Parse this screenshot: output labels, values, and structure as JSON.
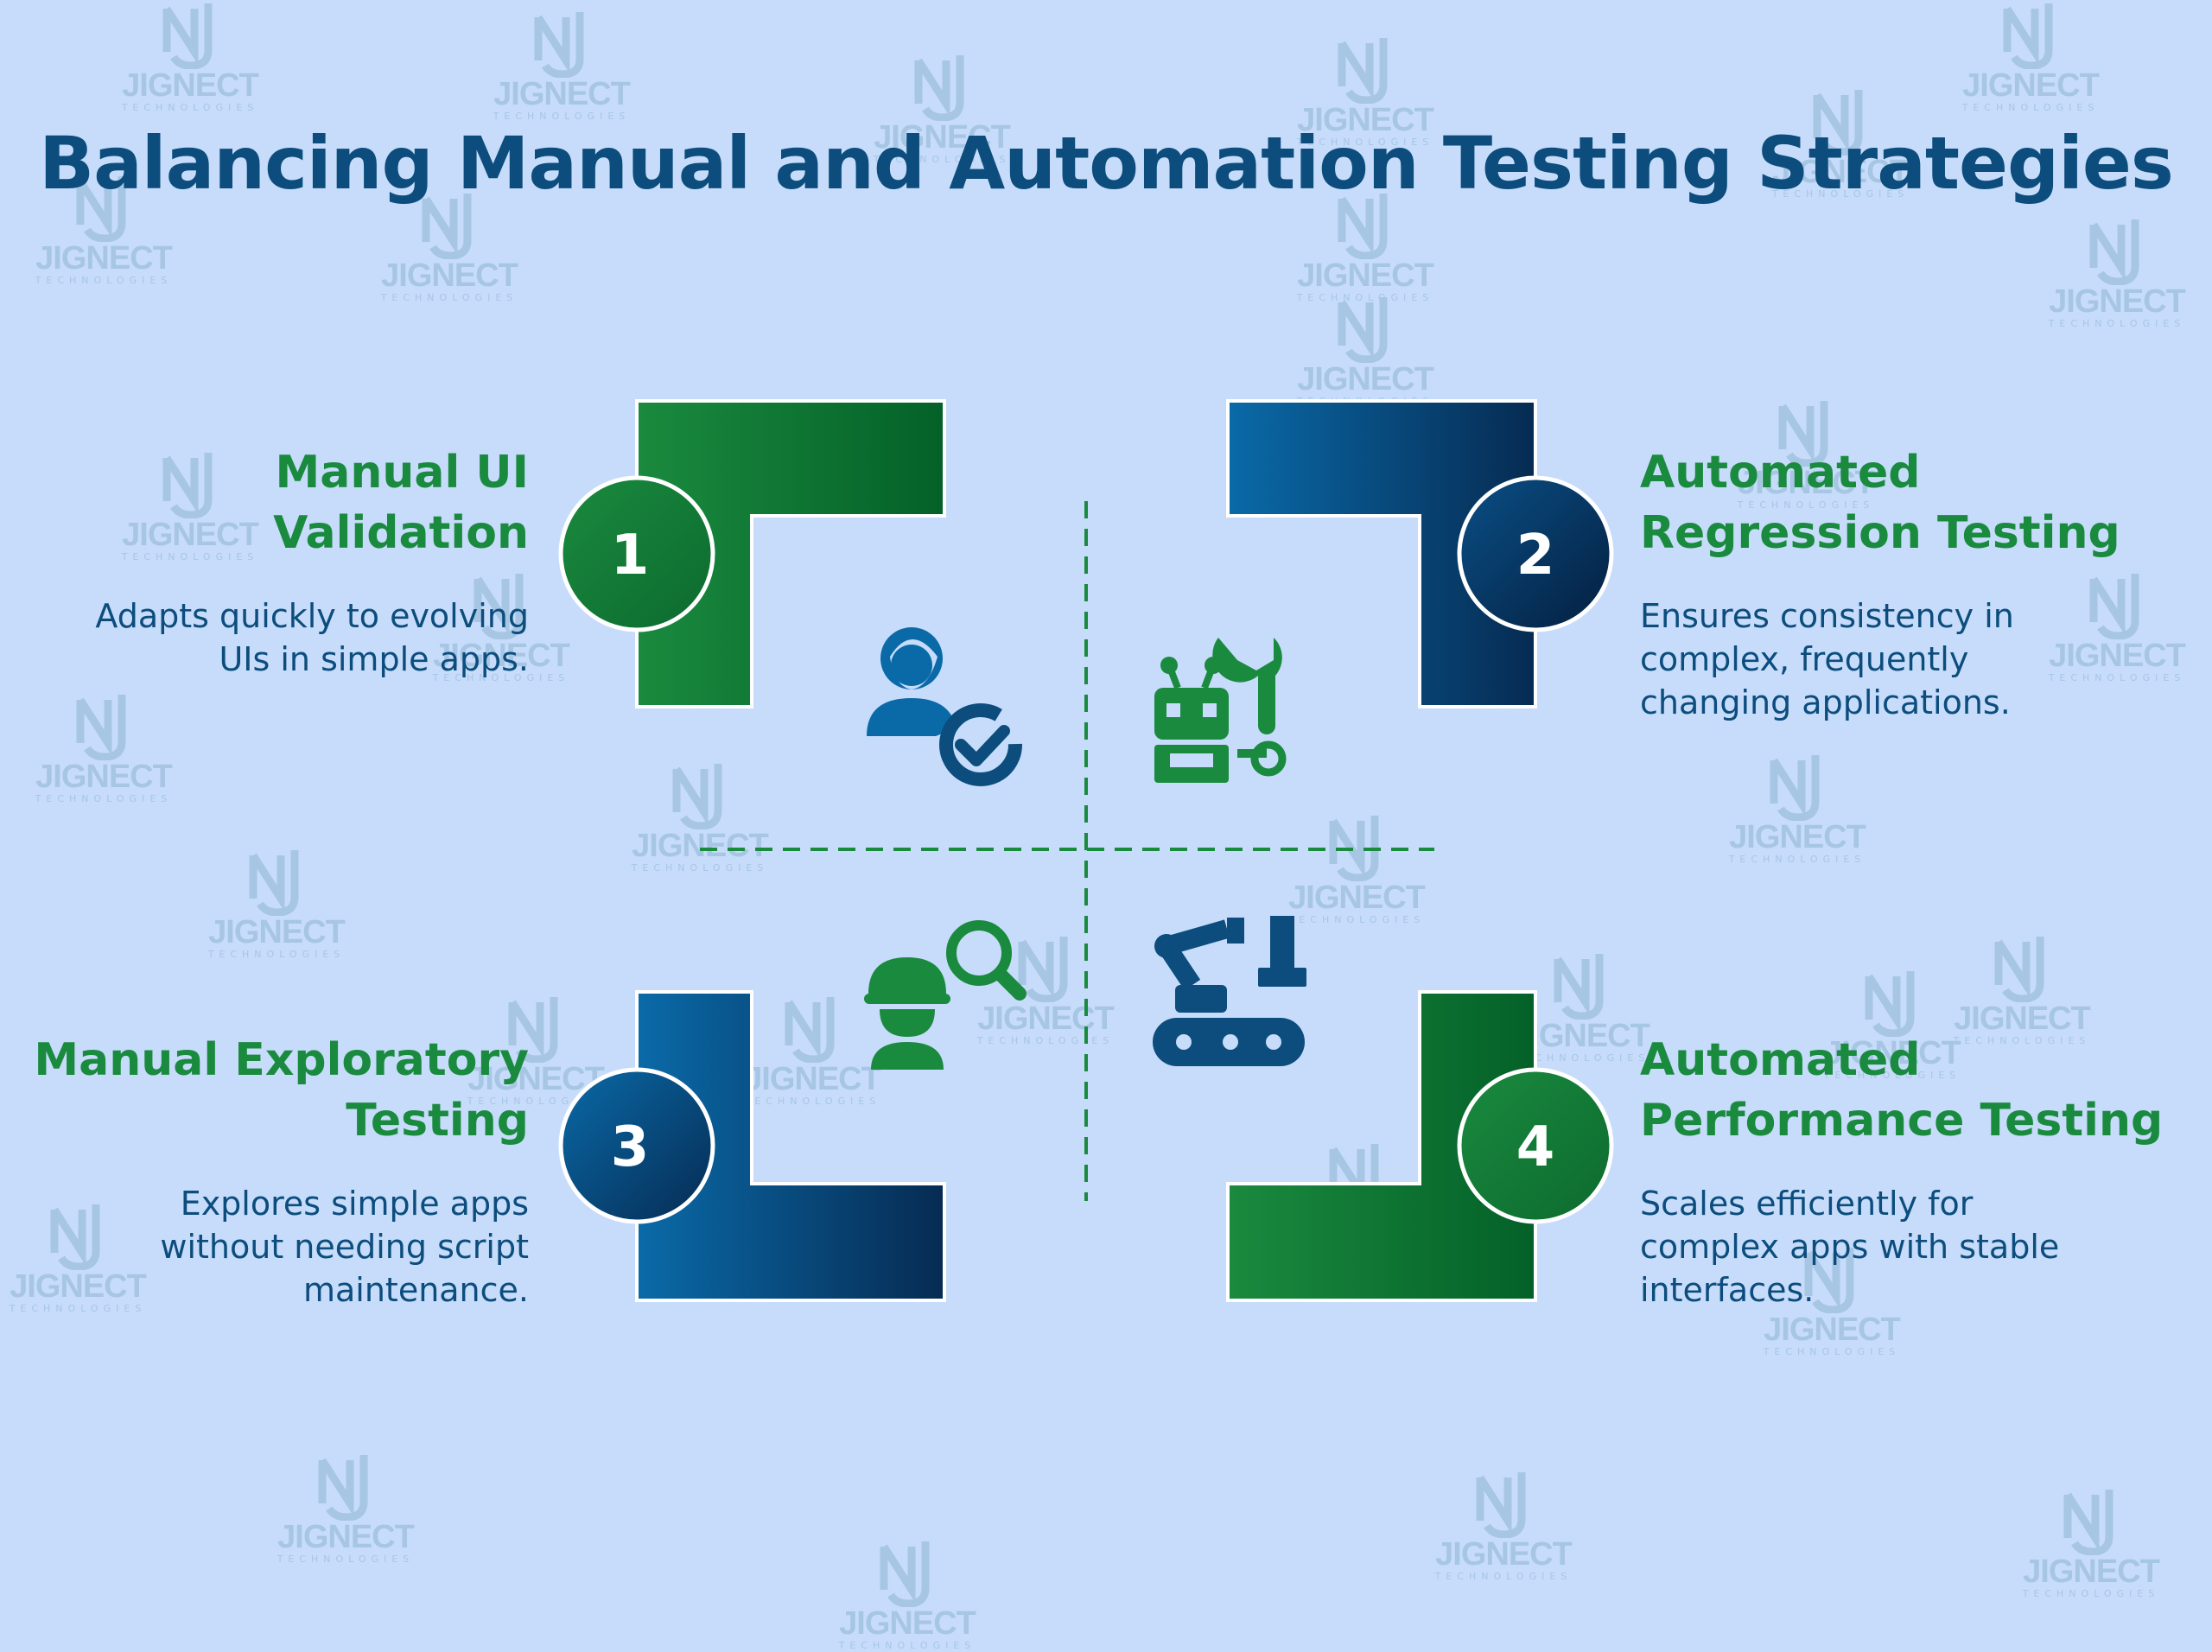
{
  "title": "Balancing Manual and Automation Testing Strategies",
  "watermark": {
    "brand": "JIGNECT",
    "sub": "TECHNOLOGIES"
  },
  "colors": {
    "background": "#c6dcfa",
    "green": "#1a8a3e",
    "blue": "#0c4d7d",
    "navy": "#062b52"
  },
  "quadrants": [
    {
      "number": "1",
      "heading": "Manual UI\nValidation",
      "description": "Adapts quickly to evolving\nUIs in simple apps.",
      "icon": "user-check-icon"
    },
    {
      "number": "2",
      "heading": "Automated\nRegression Testing",
      "description": "Ensures consistency in\ncomplex, frequently\nchanging applications.",
      "icon": "robot-wrench-icon"
    },
    {
      "number": "3",
      "heading": "Manual Exploratory\nTesting",
      "description": "Explores simple apps\nwithout needing script\nmaintenance.",
      "icon": "worker-magnifier-icon"
    },
    {
      "number": "4",
      "heading": "Automated\nPerformance Testing",
      "description": "Scales efficiently for\ncomplex apps with stable\ninterfaces.",
      "icon": "robotic-arm-conveyor-icon"
    }
  ]
}
